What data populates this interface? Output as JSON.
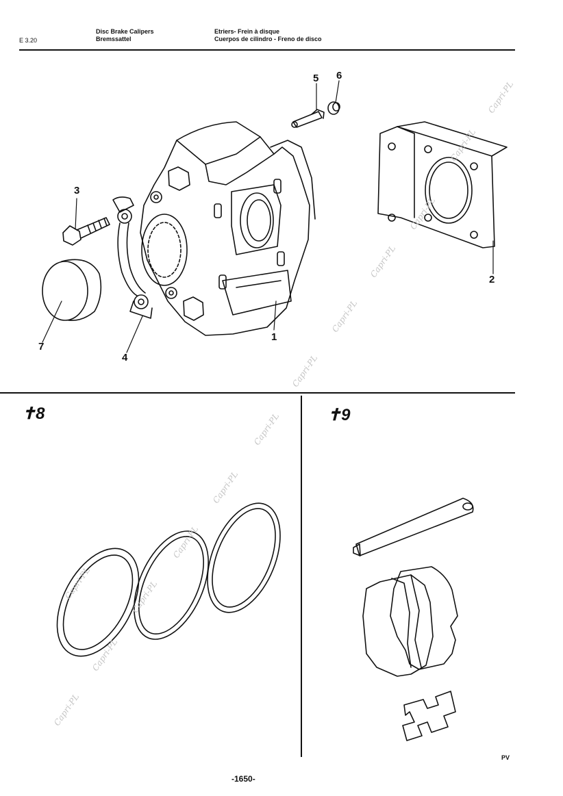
{
  "header": {
    "code": "E 3.20",
    "title_en": "Disc Brake Calipers",
    "title_de": "Bremssattel",
    "title_fr": "Etriers- Frein à disque",
    "title_es": "Cuerpos de cilindro - Freno de disco"
  },
  "callouts": {
    "c1": "1",
    "c2": "2",
    "c3": "3",
    "c4": "4",
    "c5": "5",
    "c6": "6",
    "c7": "7"
  },
  "sections": {
    "s8": "✝8",
    "s9": "✝9"
  },
  "footer": {
    "initials": "PV",
    "page_number": "-1650-"
  },
  "watermark": "Capri-PL"
}
